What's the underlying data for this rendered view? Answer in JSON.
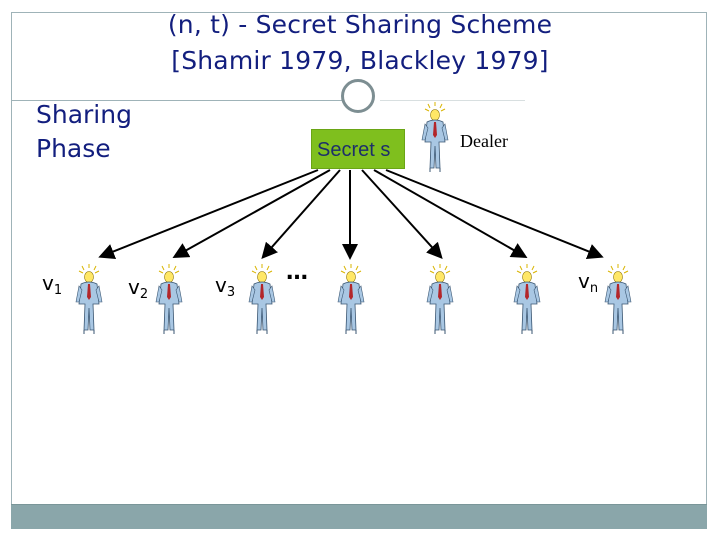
{
  "title": {
    "line1": "(n, t) - Secret Sharing Scheme",
    "line2": "[Shamir 1979, Blackley 1979]"
  },
  "phase": {
    "line1": "Sharing",
    "line2": "Phase"
  },
  "secret_label": "Secret s",
  "dealer_label": "Dealer",
  "participants": [
    {
      "base": "v",
      "sub": "1"
    },
    {
      "base": "v",
      "sub": "2"
    },
    {
      "base": "v",
      "sub": "3"
    },
    {
      "base": "v",
      "sub": "n"
    }
  ],
  "ellipsis": "…",
  "colors": {
    "title": "#121e7e",
    "secret_box": "#7fbf1e",
    "footer": "#8aa6aa",
    "person_body": "#a9c7e3",
    "person_tie": "#b3262a",
    "arrow": "#000000"
  },
  "icons": {
    "ring": "ring-icon",
    "person": "person-icon"
  }
}
